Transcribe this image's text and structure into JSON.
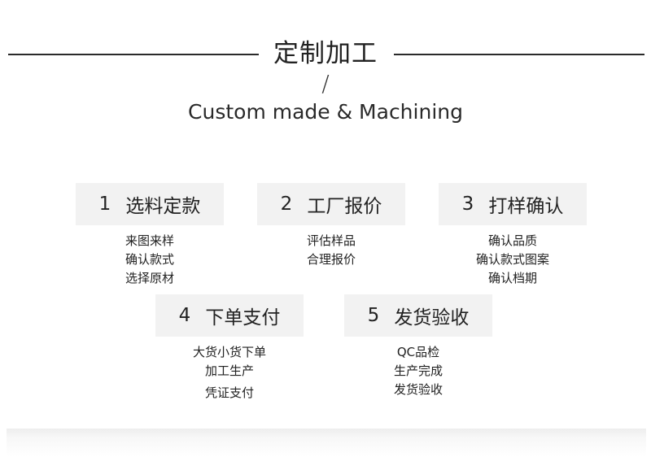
{
  "header": {
    "title_cn": "定制加工",
    "slash": "/",
    "title_en": "Custom made & Machining"
  },
  "steps": [
    {
      "num": "1",
      "label": "选料定款",
      "items": [
        "来图来样",
        "确认款式",
        "选择原材"
      ]
    },
    {
      "num": "2",
      "label": "工厂报价",
      "items": [
        "评估样品",
        "合理报价"
      ]
    },
    {
      "num": "3",
      "label": "打样确认",
      "items": [
        "确认品质",
        "确认款式图案",
        "确认档期"
      ]
    },
    {
      "num": "4",
      "label": "下单支付",
      "items": [
        "大货小货下单",
        "加工生产",
        "凭证支付"
      ]
    },
    {
      "num": "5",
      "label": "发货验收",
      "items": [
        "QC品检",
        "生产完成",
        "发货验收"
      ]
    }
  ],
  "colors": {
    "box_background": "#f2f2f2",
    "text": "#222222",
    "rule": "#2a2a2a"
  }
}
